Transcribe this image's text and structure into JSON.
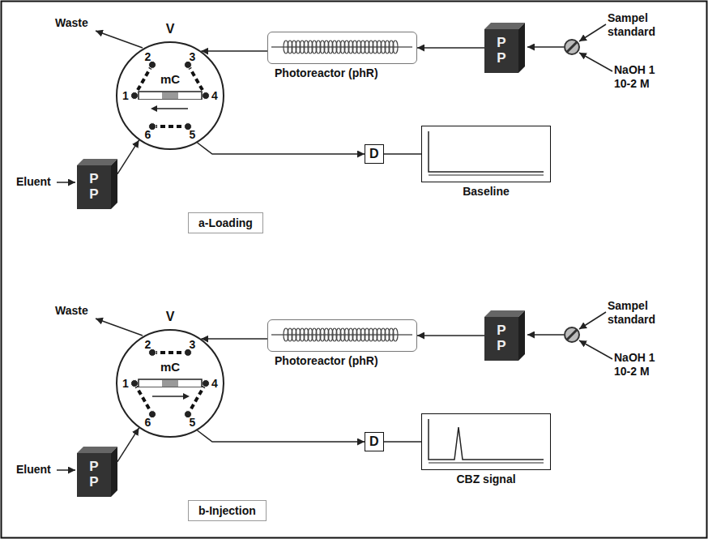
{
  "diagram": {
    "nodes": [
      {
        "text": [
          "V"
        ]
      },
      {
        "text": [
          "mC"
        ],
        "in": 0
      },
      {
        "text": [
          "Photoreactor (phR)"
        ]
      },
      {
        "text": [
          "P P"
        ]
      },
      {
        "text": [
          "P P"
        ]
      },
      {
        "text": [
          "D"
        ]
      },
      {
        "text": [
          "Baseline"
        ]
      },
      {
        "text": [
          "a-Loading"
        ]
      },
      {
        "text": [
          "V"
        ]
      },
      {
        "text": [
          "mC"
        ],
        "in": 8
      },
      {
        "text": [
          "Photoreactor (phR)"
        ]
      },
      {
        "text": [
          "P P"
        ]
      },
      {
        "text": [
          "P P"
        ]
      },
      {
        "text": [
          "D"
        ]
      },
      {
        "text": [
          "CBZ signal"
        ]
      },
      {
        "text": [
          "b-Injection"
        ]
      }
    ],
    "edges": [
      {
        "from": 3,
        "to": 2,
        "arrow": "to"
      },
      {
        "from": 2,
        "to": 0,
        "arrow": "to"
      },
      {
        "from": 4,
        "to": 0,
        "arrow": "to"
      },
      {
        "from": 0,
        "to": 5,
        "arrow": "to"
      },
      {
        "from": 5,
        "to": 6,
        "arrow": "none"
      },
      {
        "from": 11,
        "to": 10,
        "arrow": "to"
      },
      {
        "from": 10,
        "to": 8,
        "arrow": "to"
      },
      {
        "from": 12,
        "to": 8,
        "arrow": "to"
      },
      {
        "from": 8,
        "to": 13,
        "arrow": "to"
      },
      {
        "from": 13,
        "to": 14,
        "arrow": "none"
      }
    ],
    "labels": [
      "Waste",
      "2",
      "3",
      "1",
      "4",
      "6",
      "5",
      "Eluent",
      "Sampel standard",
      "NaOH 1 10-2 M",
      "Waste",
      "2",
      "3",
      "1",
      "4",
      "6",
      "5",
      "Eluent",
      "Sampel standard",
      "NaOH 1 10-2 M"
    ]
  }
}
